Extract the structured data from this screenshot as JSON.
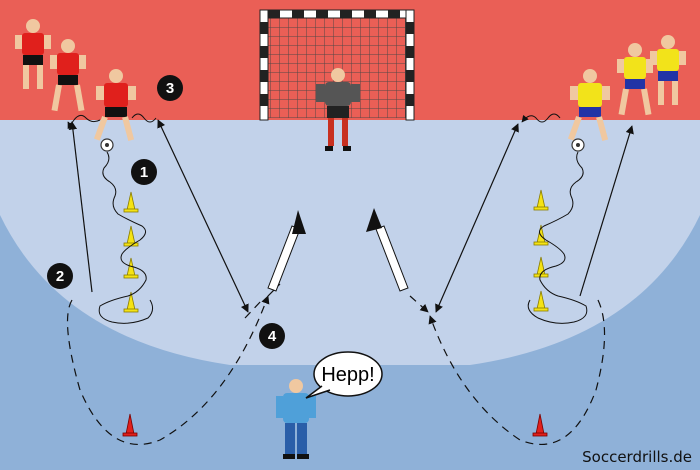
{
  "colors": {
    "top_band": "#ea5f56",
    "penalty_area": "#c2d2ea",
    "field": "#8fb1d8",
    "red_team": "#e0201c",
    "yellow_team": "#f2e31a",
    "blue_shorts": "#2233a6",
    "coach": "#4fa0d9",
    "goalkeeper": "#555555",
    "cone_yellow": "#f5e314",
    "cone_red": "#e0201c",
    "line": "#111111"
  },
  "steps": [
    {
      "number": "1"
    },
    {
      "number": "2"
    },
    {
      "number": "3"
    },
    {
      "number": "4"
    }
  ],
  "speech_bubble": {
    "text": "Hepp!"
  },
  "watermark": {
    "text": "Soccerdrills.de"
  },
  "icons": [
    "goal-icon",
    "player-icon",
    "goalkeeper-icon",
    "coach-icon",
    "cone-icon",
    "ball-icon"
  ]
}
